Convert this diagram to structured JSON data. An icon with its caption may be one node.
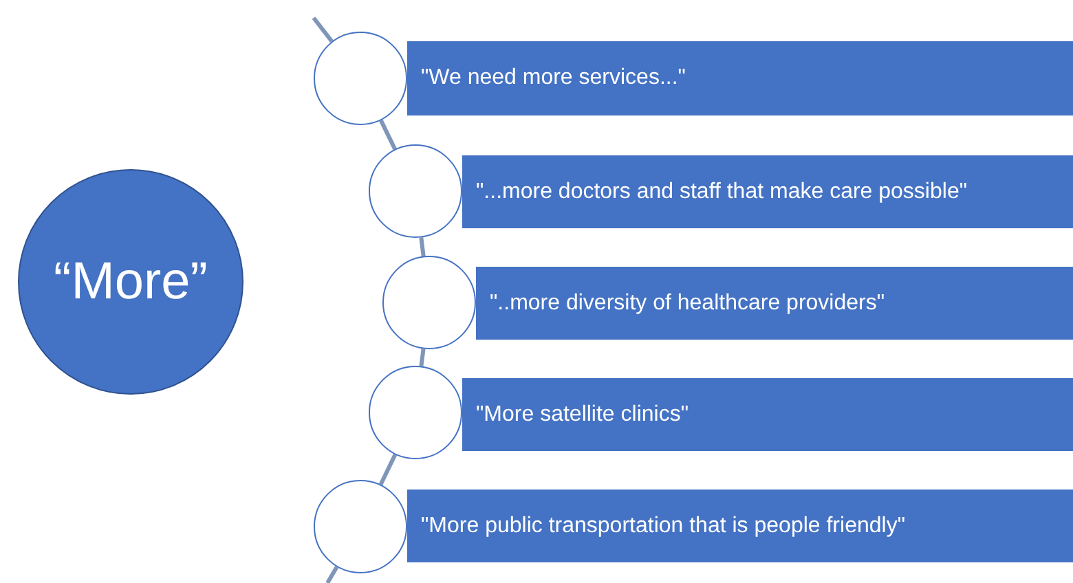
{
  "diagram": {
    "nodes": [
      {
        "text": [
          "“More”"
        ]
      },
      {
        "text": [],
        "shape": "circle"
      },
      {
        "text": [
          "\"We need more services...\""
        ]
      },
      {
        "text": [],
        "shape": "circle"
      },
      {
        "text": [
          "\"...more doctors and staff that make care possible\""
        ]
      },
      {
        "text": [],
        "shape": "circle"
      },
      {
        "text": [
          "\"..more diversity of healthcare providers\""
        ]
      },
      {
        "text": [],
        "shape": "circle"
      },
      {
        "text": [
          "\"More satellite clinics\""
        ]
      },
      {
        "text": [],
        "shape": "circle"
      },
      {
        "text": [
          "\"More public transportation that is people friendly\""
        ]
      }
    ],
    "edges": [
      {
        "from": null,
        "to": 1,
        "arrow": "none"
      },
      {
        "from": 1,
        "to": 3,
        "arrow": "none"
      },
      {
        "from": 3,
        "to": 5,
        "arrow": "none"
      },
      {
        "from": 5,
        "to": 7,
        "arrow": "none"
      },
      {
        "from": 7,
        "to": 9,
        "arrow": "none"
      },
      {
        "from": 9,
        "to": null,
        "arrow": "none"
      }
    ]
  }
}
